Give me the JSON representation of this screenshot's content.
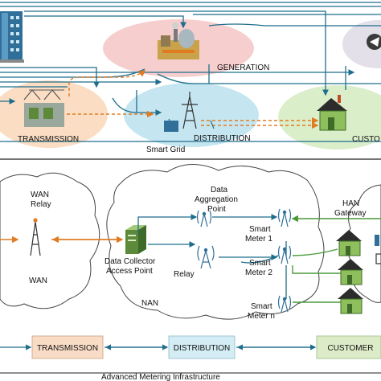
{
  "top": {
    "generation": "GENERATION",
    "transmission": "TRANSMISSION",
    "distribution": "DISTRIBUTION",
    "customer": "CUSTO",
    "caption": "Smart Grid"
  },
  "bottom": {
    "wan_relay_line1": "WAN",
    "wan_relay_line2": "Relay",
    "wan": "WAN",
    "nan": "NAN",
    "agg_line1": "Data",
    "agg_line2": "Aggregation",
    "agg_line3": "Point",
    "dc_line1": "Data Collector",
    "dc_line2": "Access Point",
    "relay": "Relay",
    "sm1_line1": "Smart",
    "sm1_line2": "Meter 1",
    "sm2_line1": "Smart",
    "sm2_line2": "Meter 2",
    "smn_line1": "Smart",
    "smn_line2": "Meter n",
    "han_line1": "HAN",
    "han_line2": "Gateway",
    "bar_transmission": "TRANSMISSION",
    "bar_distribution": "DISTRIBUTION",
    "bar_customer": "CUSTOMER",
    "caption": "Advanced Metering Infrastructure"
  },
  "colors": {
    "flow": "#1f6e8c",
    "power": "#e07b22",
    "generation_zone": "#f4c6c6",
    "transmission_zone": "#f9d9bd",
    "distribution_zone": "#bfe3ef",
    "customer_zone": "#d7ecc4",
    "box_transmission": "#f9dcc6",
    "box_distribution": "#d4ecf4",
    "box_customer": "#dcecc8"
  }
}
